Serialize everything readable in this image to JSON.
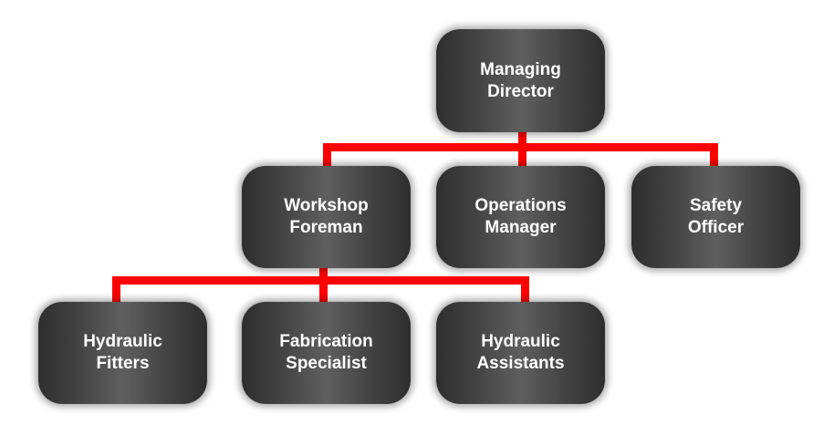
{
  "nodes": {
    "managing_director": {
      "line1": "Managing",
      "line2": "Director"
    },
    "workshop_foreman": {
      "line1": "Workshop",
      "line2": "Foreman"
    },
    "operations_manager": {
      "line1": "Operations",
      "line2": "Manager"
    },
    "safety_officer": {
      "line1": "Safety",
      "line2": "Officer"
    },
    "hydraulic_fitters": {
      "line1": "Hydraulic",
      "line2": "Fitters"
    },
    "fabrication_specialist": {
      "line1": "Fabrication",
      "line2": "Specialist"
    },
    "hydraulic_assistants": {
      "line1": "Hydraulic",
      "line2": "Assistants"
    }
  },
  "colors": {
    "connector": "#ff0000",
    "box": "#444444",
    "text": "#ffffff"
  }
}
